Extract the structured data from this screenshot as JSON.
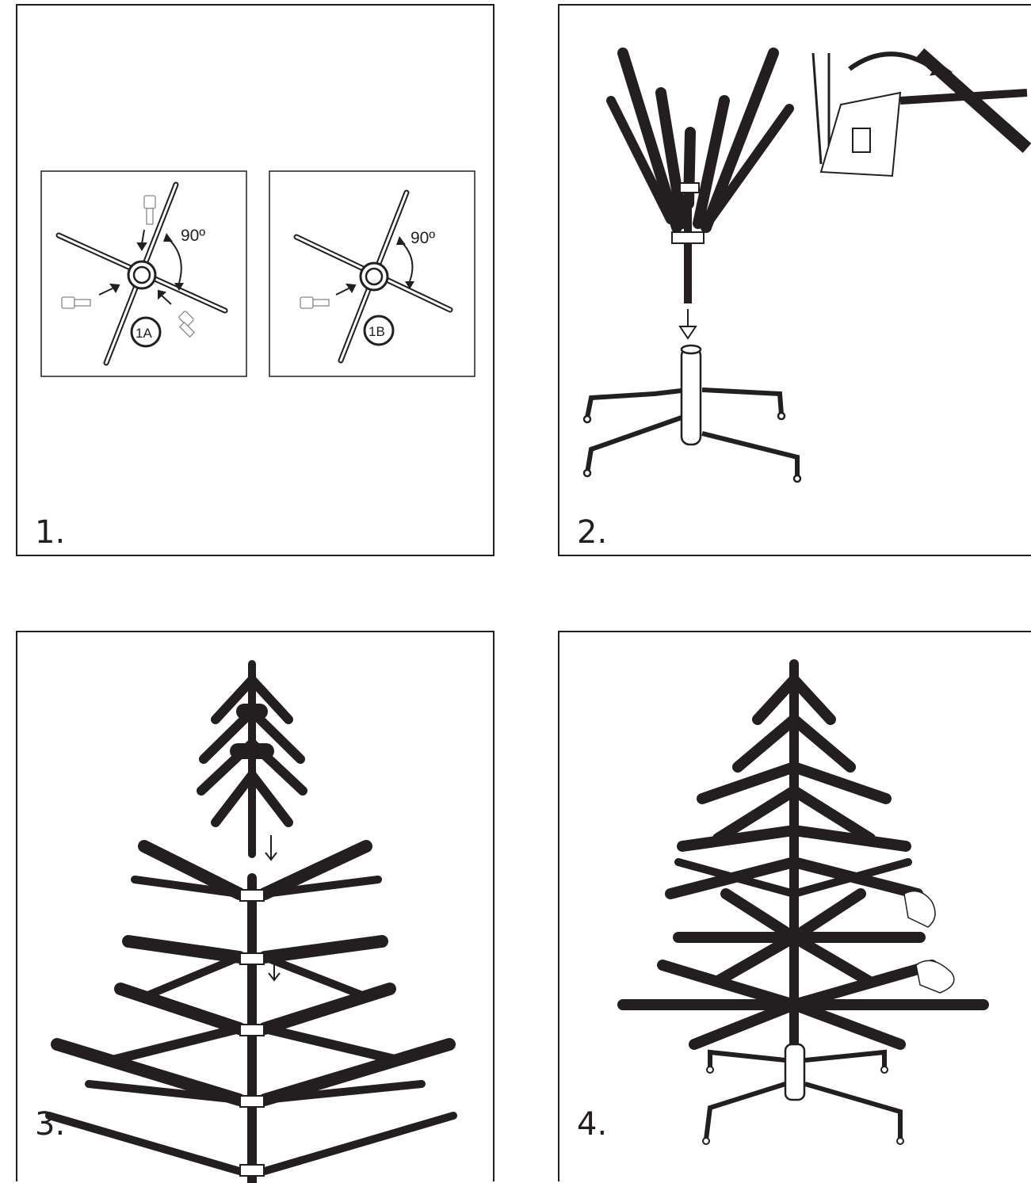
{
  "steps": [
    {
      "number": "1."
    },
    {
      "number": "2."
    },
    {
      "number": "3."
    },
    {
      "number": "4."
    }
  ],
  "step1": {
    "inset_a": {
      "angle_label": "90º",
      "badge": "1A"
    },
    "inset_b": {
      "angle_label": "90º",
      "badge": "1B"
    }
  },
  "colors": {
    "ink": "#231f20",
    "paper": "#ffffff",
    "screw_gray": "#8a8a8a"
  }
}
